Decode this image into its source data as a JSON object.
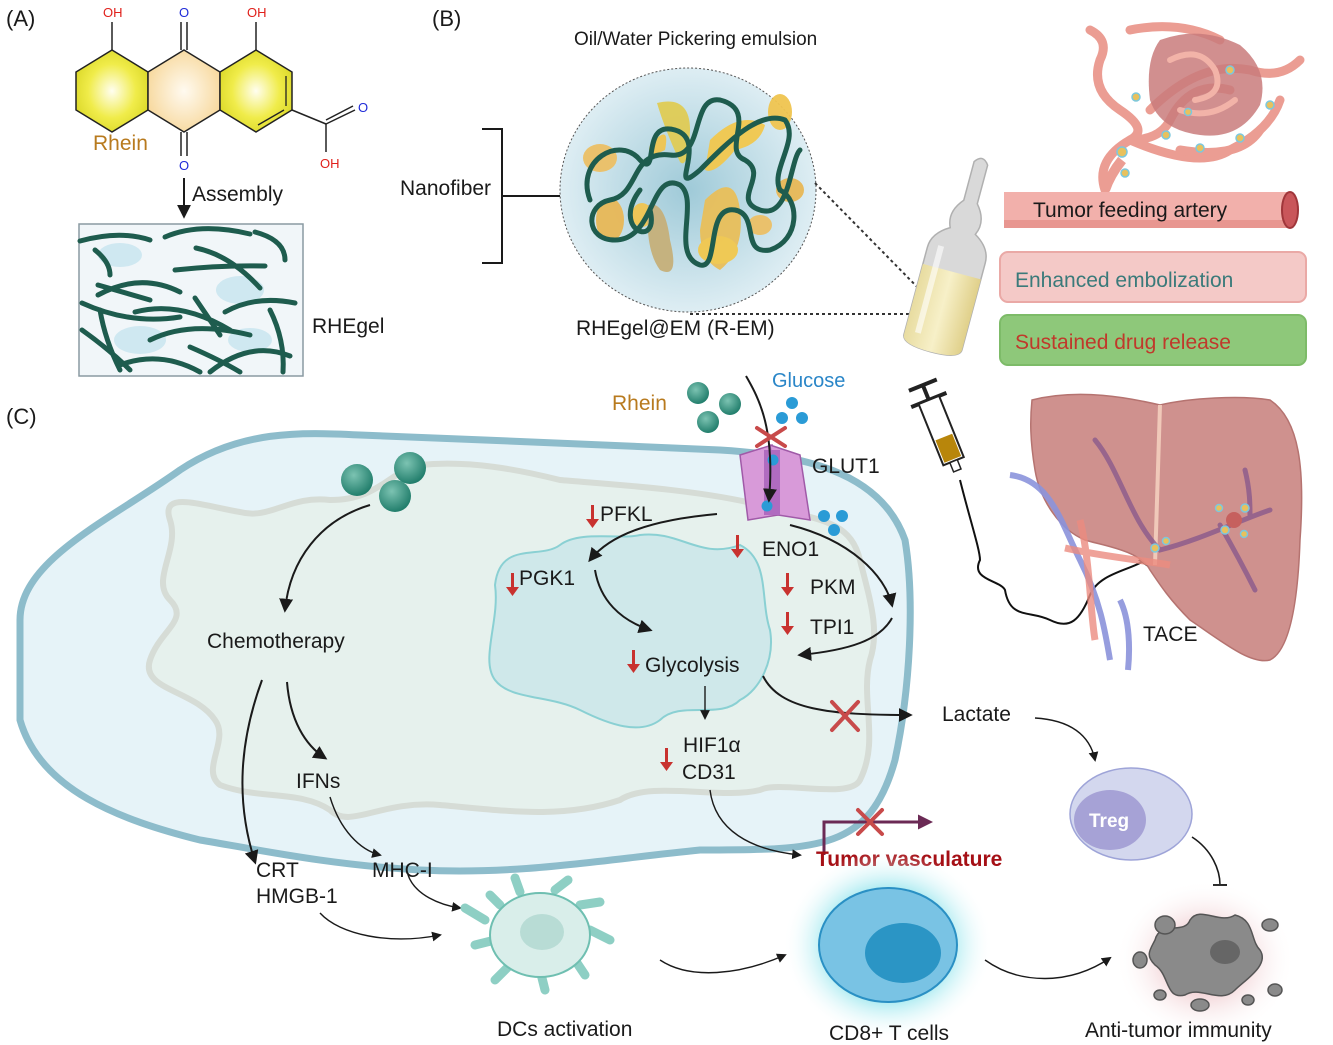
{
  "panels": {
    "a": "(A)",
    "b": "(B)",
    "c": "(C)"
  },
  "panel_a": {
    "molecule_name": "Rhein",
    "atoms": {
      "oh_left": "OH",
      "o_top": "O",
      "oh_right": "OH",
      "o_bottom": "O",
      "o_carboxyl": "O",
      "oh_carboxyl": "OH"
    },
    "step_label": "Assembly",
    "product_label": "RHEgel"
  },
  "panel_b": {
    "title": "Oil/Water Pickering emulsion",
    "bracket_label": "Nanofiber",
    "emulsion_label": "RHEgel@EM (R-EM)",
    "artery_label": "Tumor feeding artery",
    "effects": [
      {
        "label": "Enhanced embolization",
        "bg": "#f4c9c7",
        "border": "#eaa9a6",
        "color": "#3a7a7a"
      },
      {
        "label": "Sustained drug release",
        "bg": "#8ec87a",
        "border": "#7dbb68",
        "color": "#c0392b"
      }
    ]
  },
  "panel_c": {
    "rhein_label": "Rhein",
    "glucose_label": "Glucose",
    "transporter_label": "GLUT1",
    "enzymes": {
      "pfkl": "PFKL",
      "pgk1": "PGK1",
      "eno1": "ENO1",
      "pkm": "PKM",
      "tpi1": "TPI1"
    },
    "glycolysis_label": "Glycolysis",
    "hif_label": "HIF1α",
    "cd31_label": "CD31",
    "chemo_label": "Chemotherapy",
    "ifn_label": "IFNs",
    "crt_label": "CRT",
    "hmgb_label": "HMGB-1",
    "mhc_label": "MHC-I",
    "lactate_label": "Lactate",
    "vasculature_label": "Tumor vasculature",
    "treg_label": "Treg",
    "tace_label": "TACE",
    "dc_label": "DCs activation",
    "tcell_label": "CD8+ T cells",
    "immunity_label": "Anti-tumor immunity"
  },
  "colors": {
    "rhein_text": "#b87a1e",
    "glucose_text": "#2a86c8",
    "atom_red": "#e0201b",
    "atom_blue": "#1f2bd8",
    "inhibit_red": "#c84a4a",
    "down_arrow": "#c8322f",
    "vasculature_text": "#a50f15",
    "cell_membrane": "#8dbccb",
    "fiber": "#1e5c4e"
  }
}
